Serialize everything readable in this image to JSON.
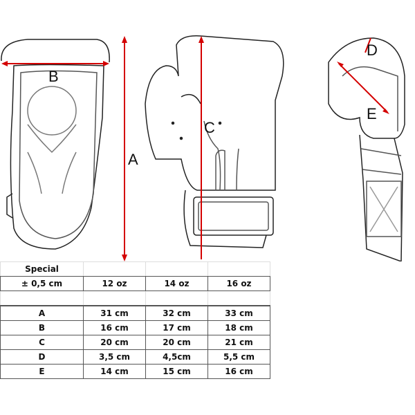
{
  "diagram": {
    "labels": {
      "A": "A",
      "B": "B",
      "C": "C",
      "D": "D",
      "E": "E"
    },
    "arrow_color": "#d40000"
  },
  "table": {
    "title": "Special",
    "tolerance": "± 0,5 cm",
    "columns": [
      "12 oz",
      "14 oz",
      "16 oz"
    ],
    "rows": [
      {
        "label": "A",
        "values": [
          "31 cm",
          "32 cm",
          "33 cm"
        ]
      },
      {
        "label": "B",
        "values": [
          "16 cm",
          "17 cm",
          "18 cm"
        ]
      },
      {
        "label": "C",
        "values": [
          "20 cm",
          "20 cm",
          "21 cm"
        ]
      },
      {
        "label": "D",
        "values": [
          "3,5 cm",
          "4,5cm",
          "5,5 cm"
        ]
      },
      {
        "label": "E",
        "values": [
          "14 cm",
          "15 cm",
          "16 cm"
        ]
      }
    ]
  }
}
